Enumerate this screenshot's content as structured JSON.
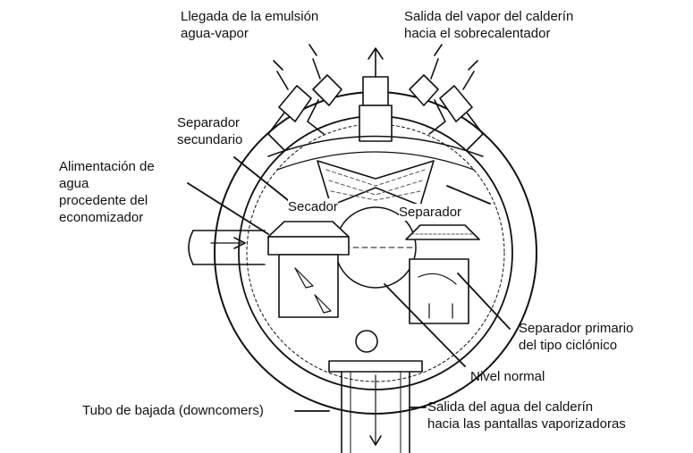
{
  "labels": {
    "emulsion": [
      "Llegada de la emulsión",
      "agua-vapor"
    ],
    "steam_out": [
      "Salida del vapor del calderín",
      "hacia el sobrecalentador"
    ],
    "secondary_separator": [
      "Separador",
      "secundario"
    ],
    "feedwater": [
      "Alimentación de",
      "agua",
      "procedente del",
      "economizador"
    ],
    "dryer": "Secador",
    "separator": "Separador",
    "cyclone_separator": [
      "Separador primario",
      "del tipo ciclónico"
    ],
    "normal_level": "Nivel normal",
    "downcomer": "Tubo de bajada (downcomers)",
    "water_out": [
      "Salida del agua del calderín",
      "hacia las pantallas vaporizadoras"
    ]
  },
  "colors": {
    "ink": "#111111",
    "paper": "#ffffff",
    "hatch": "#555555"
  }
}
